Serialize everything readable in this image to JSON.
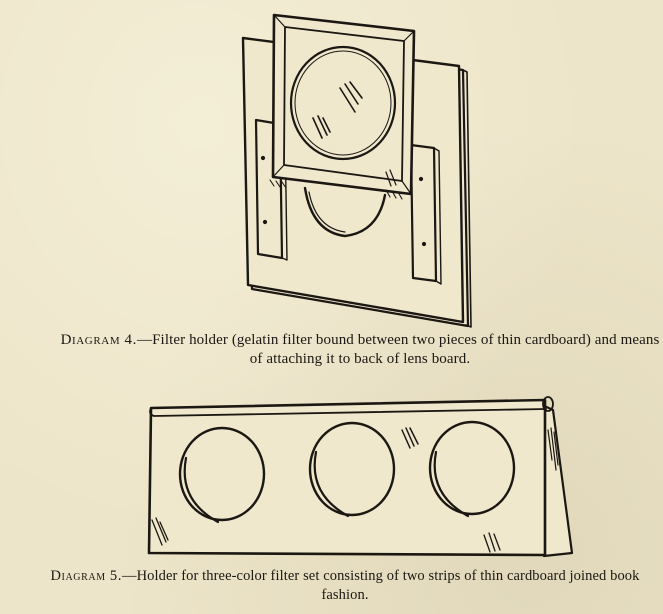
{
  "figures": [
    {
      "label": "Diagram 4.",
      "caption": "—Filter holder (gelatin filter bound between two pieces of thin cardboard) and means of attaching it to back of lens board."
    },
    {
      "label": "Diagram 5.",
      "caption": "—Holder for three-color filter set consisting of two strips of thin cardboard joined book fashion."
    }
  ]
}
